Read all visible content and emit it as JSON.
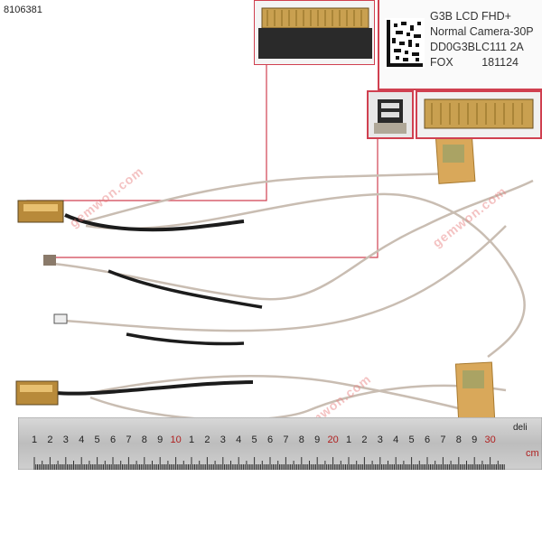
{
  "sku": "8106381",
  "label": {
    "line1": "G3B LCD FHD+",
    "line2": "Normal Camera-30P",
    "line3": "DD0G3BLC111  2A",
    "fox": "FOX",
    "date": "181124"
  },
  "watermark": "gemwon.com",
  "ruler": {
    "brand": "deli",
    "ticks": [
      "1",
      "2",
      "3",
      "4",
      "5",
      "6",
      "7",
      "8",
      "9",
      "10",
      "1",
      "2",
      "3",
      "4",
      "5",
      "6",
      "7",
      "8",
      "9",
      "20",
      "1",
      "2",
      "3",
      "4",
      "5",
      "6",
      "7",
      "8",
      "9",
      "30"
    ],
    "unit": "cm"
  },
  "colors": {
    "callout_border": "#d04050",
    "cable_black": "#1c1c1c",
    "cable_silver": "#c9bdb2",
    "tape_amber": "#d9a85a",
    "ruler_steel": "#c8c8c8"
  }
}
